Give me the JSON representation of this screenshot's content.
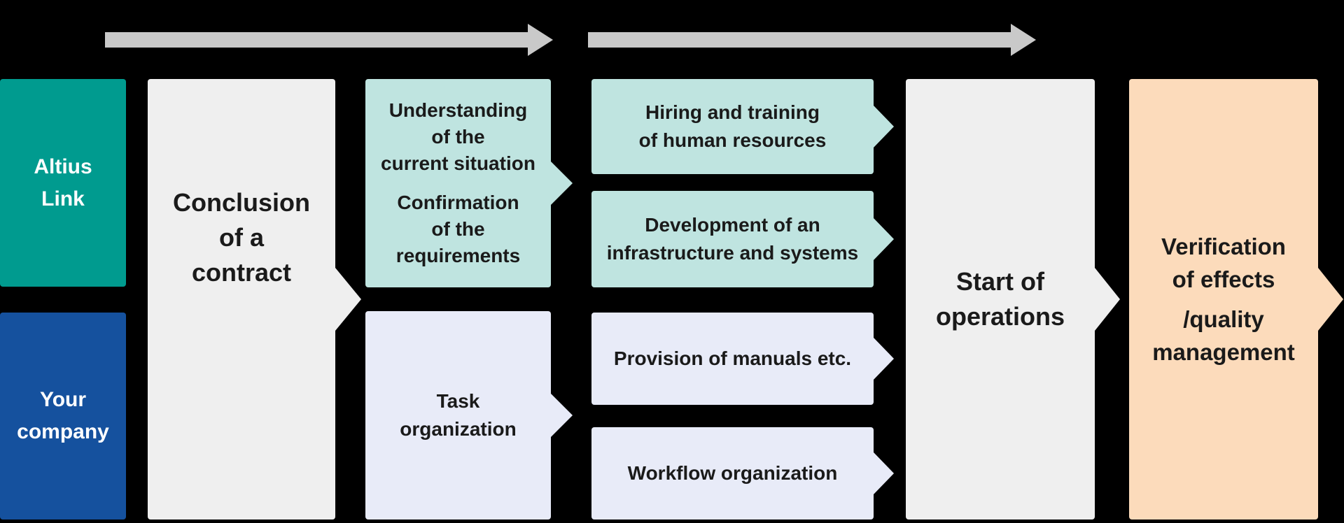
{
  "colors": {
    "background": "#000000",
    "altius_teal": "#009B8F",
    "company_blue": "#15519E",
    "stage_gray": "#EFEFEF",
    "step_teal": "#BFE4E0",
    "step_lavender": "#E8EBF8",
    "verification_orange": "#FCDBBB",
    "timeline_arrow_gray": "#C9C9C9",
    "text_dark": "#1A1A1A",
    "text_light": "#FFFFFF"
  },
  "lanes": {
    "altius": {
      "lines": [
        "Altius",
        "Link"
      ]
    },
    "company": {
      "lines": [
        "Your",
        "company"
      ]
    }
  },
  "stages": {
    "conclusion": {
      "lines": [
        "Conclusion",
        "of a",
        "contract"
      ]
    },
    "start": {
      "lines": [
        "Start of",
        "operations"
      ]
    },
    "verification": {
      "paragraphs": [
        [
          "Verification",
          "of effects"
        ],
        [
          "/quality",
          "management"
        ]
      ]
    }
  },
  "steps": {
    "understanding": {
      "paragraphs": [
        [
          "Understanding",
          "of the",
          "current situation"
        ],
        [
          "Confirmation",
          "of the",
          "requirements"
        ]
      ]
    },
    "hiring": {
      "lines": [
        "Hiring and training",
        "of human resources"
      ]
    },
    "development": {
      "lines": [
        "Development of an",
        "infrastructure and systems"
      ]
    },
    "task": {
      "lines": [
        "Task",
        "organization"
      ]
    },
    "provision": {
      "lines": [
        "Provision of manuals etc."
      ]
    },
    "workflow": {
      "lines": [
        "Workflow organization"
      ]
    }
  }
}
